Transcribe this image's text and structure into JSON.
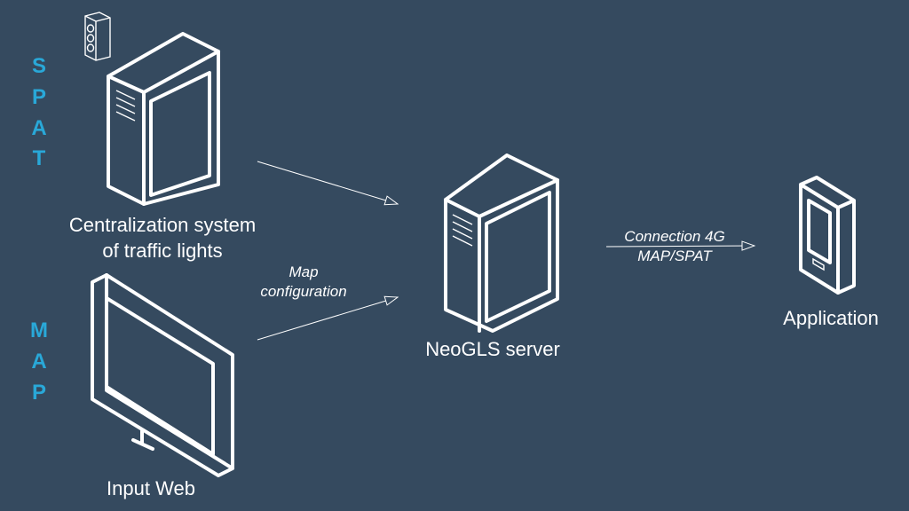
{
  "side_labels": {
    "spat": [
      "S",
      "P",
      "A",
      "T"
    ],
    "map": [
      "M",
      "A",
      "P"
    ]
  },
  "nodes": {
    "centralization": {
      "line1": "Centralization system",
      "line2": "of traffic lights"
    },
    "input_web": {
      "label": "Input Web"
    },
    "server": {
      "label": "NeoGLS server"
    },
    "application": {
      "label": "Application"
    }
  },
  "edges": {
    "map_config": {
      "line1": "Map",
      "line2": "configuration"
    },
    "connection": {
      "line1": "Connection 4G",
      "line2": "MAP/SPAT"
    }
  },
  "colors": {
    "background": "#354a5f",
    "accent": "#29a8d8",
    "foreground": "#ffffff"
  },
  "icons": [
    "traffic-light-icon",
    "server-tower-icon",
    "monitor-icon",
    "server-tower-icon",
    "smartphone-icon"
  ]
}
